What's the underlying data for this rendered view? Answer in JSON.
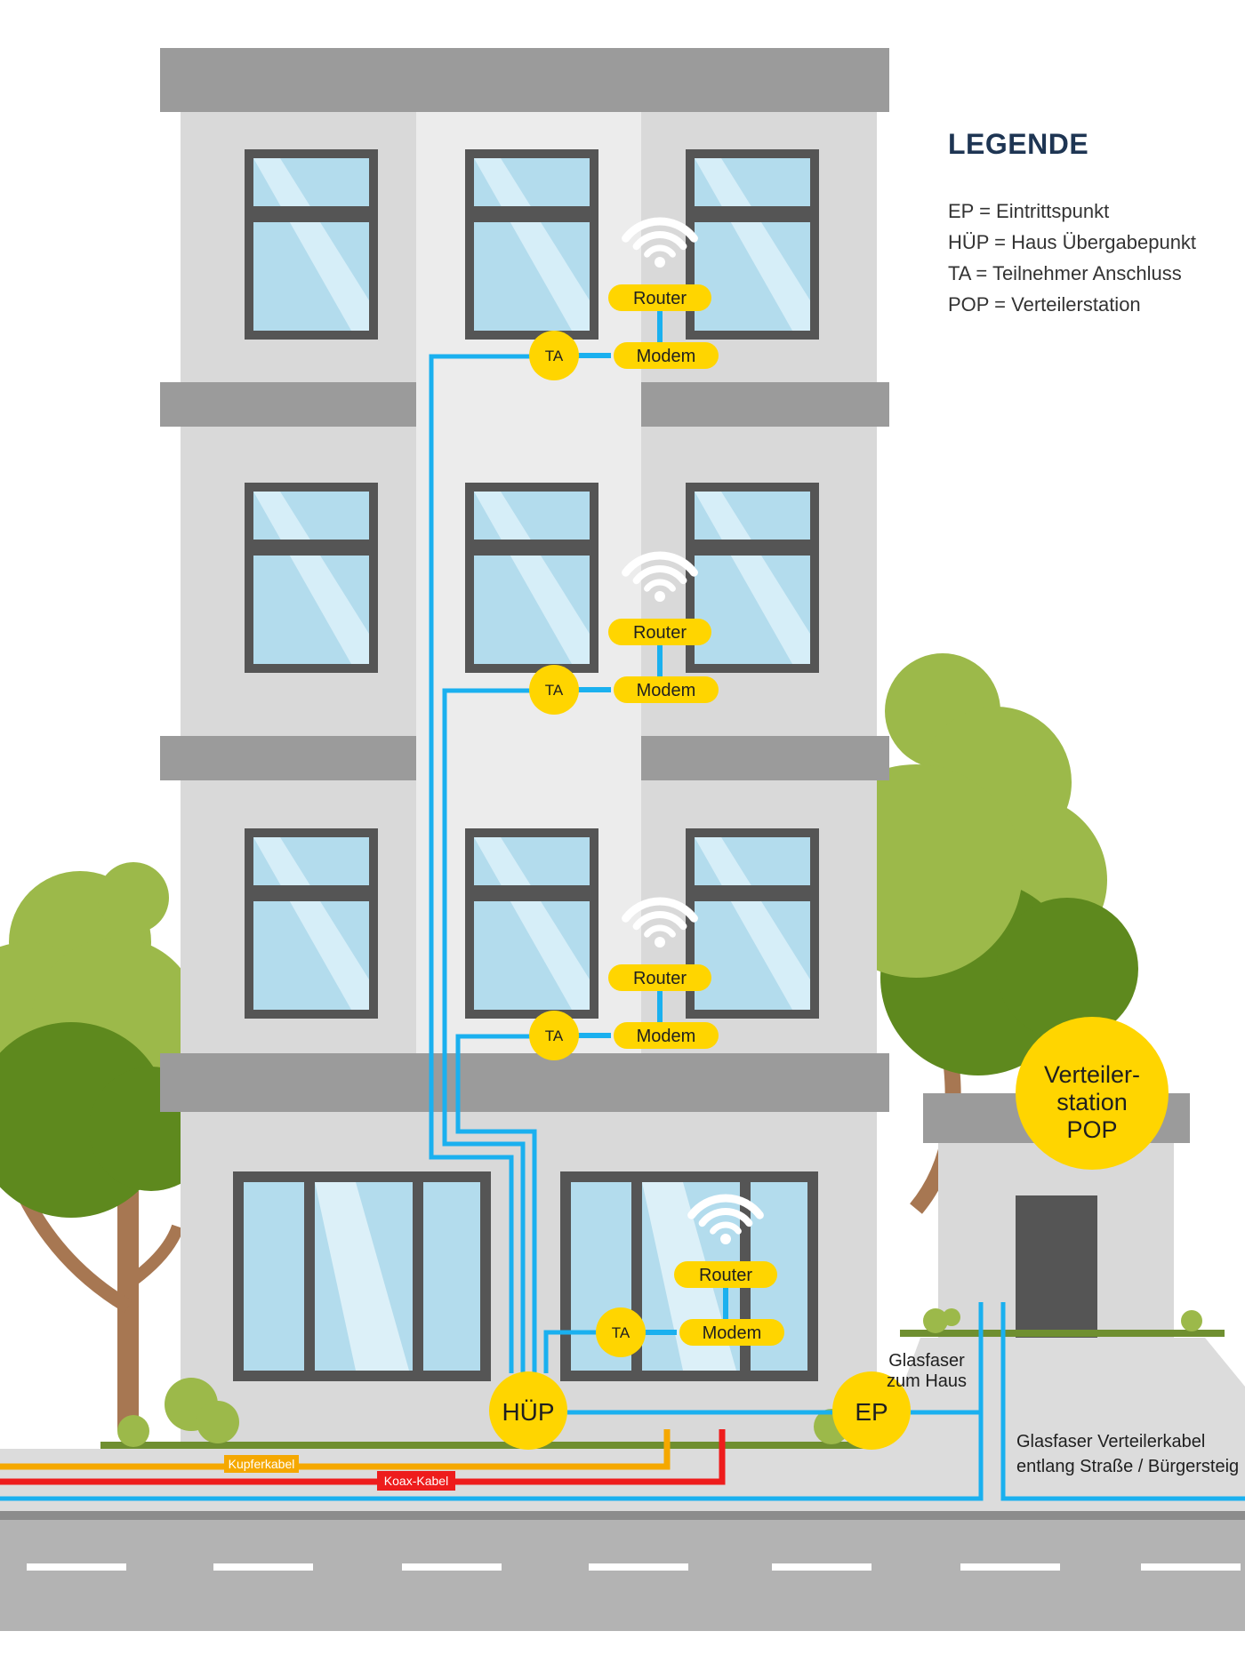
{
  "legend": {
    "title": "LEGENDE",
    "items": [
      "EP = Eintrittspunkt",
      "HÜP = Haus Übergabepunkt",
      "TA = Teilnehmer Anschluss",
      "POP = Verteilerstation"
    ]
  },
  "devices": {
    "router": "Router",
    "modem": "Modem",
    "ta": "TA"
  },
  "nodes": {
    "hup": "HÜP",
    "ep": "EP",
    "pop_line1": "Verteiler-",
    "pop_line2": "station",
    "pop_line3": "POP"
  },
  "cables": {
    "kupfer": "Kupferkabel",
    "koax": "Koax-Kabel",
    "glasfaser_haus_line1": "Glasfaser",
    "glasfaser_haus_line2": "zum Haus",
    "verteiler_line1": "Glasfaser Verteilerkabel",
    "verteiler_line2": "entlang Straße / Bürgersteig"
  },
  "colors": {
    "fiber": "#1ab0ef",
    "copper": "#f5a800",
    "coax": "#ee1c1c",
    "node_yellow": "#ffd500",
    "building": "#d9d9d9",
    "building_center": "#ececec",
    "ledge": "#9b9b9b",
    "window_frame": "#555555",
    "glass": "#b3dced",
    "tree": "#9cb94a",
    "tree_dark": "#5e891e",
    "trunk": "#a77752",
    "road": "#b3b3b3",
    "legend_title": "#1e3553"
  }
}
